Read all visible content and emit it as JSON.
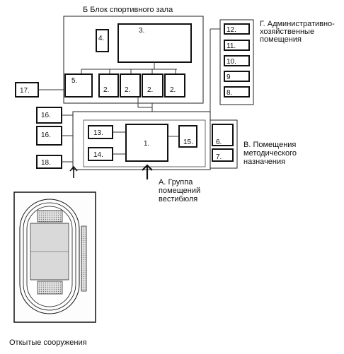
{
  "labels": {
    "block_b": "Б  Блок спортивного зала",
    "block_g": [
      "Г. Административно-",
      "хозяйственные",
      "помещения"
    ],
    "block_v": [
      "В. Помещения",
      "методического",
      "назначения"
    ],
    "block_a": [
      "А. Группа",
      "помещений",
      "вестибюля"
    ],
    "outdoor": "Откытые сооружения"
  },
  "rooms": {
    "r1": "1.",
    "r2a": "2.",
    "r2b": "2.",
    "r2c": "2.",
    "r2d": "2.",
    "r3": "3.",
    "r4": "4.",
    "r5": "5.",
    "r6": "6.",
    "r7": "7.",
    "r8": "8.",
    "r9": "9",
    "r10": "10.",
    "r11": "11.",
    "r12": "12.",
    "r13": "13.",
    "r14": "14.",
    "r15": "15.",
    "r16a": "16.",
    "r16b": "16.",
    "r17": "17.",
    "r18": "18."
  }
}
